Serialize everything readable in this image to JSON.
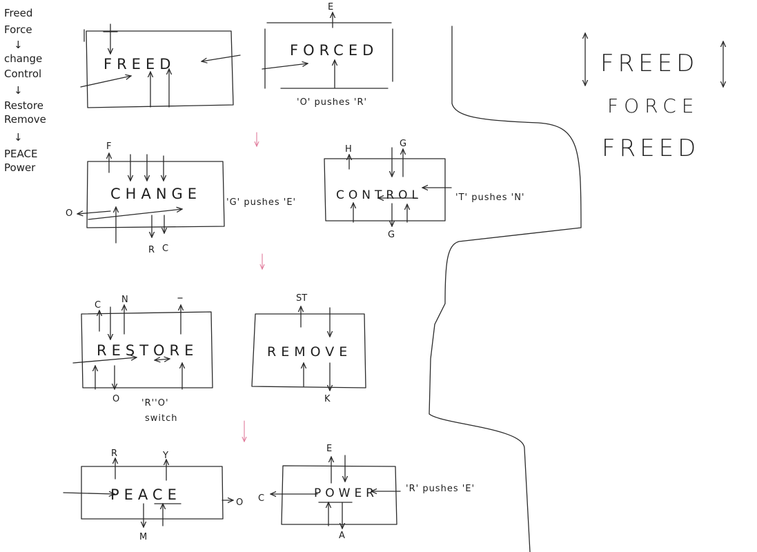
{
  "sequence": {
    "items": [
      "Freed",
      "Force",
      "↓",
      "change",
      "Control",
      "↓",
      "Restore",
      "Remove",
      "↓",
      "PEACE",
      "Power"
    ]
  },
  "boxes": {
    "freed": {
      "word": "FREED",
      "labels": []
    },
    "forced": {
      "word": "FORCED",
      "labels": [
        "E"
      ],
      "note": "'O' pushes 'R'"
    },
    "change": {
      "word": "CHANGE",
      "labels": [
        "F",
        "O",
        "R",
        "C"
      ],
      "note": "'G' pushes 'E'"
    },
    "control": {
      "word": "CONTROL",
      "labels": [
        "H",
        "G",
        "G"
      ],
      "note": "'T' pushes 'N'"
    },
    "restore": {
      "word": "RESTORE",
      "labels": [
        "C",
        "N",
        "O"
      ],
      "note": [
        "'R''O'",
        "switch"
      ]
    },
    "remove": {
      "word": "REMOVE",
      "labels": [
        "ST",
        "K"
      ]
    },
    "peace": {
      "word": "PEACE",
      "labels": [
        "R",
        "Y",
        "M",
        "O"
      ]
    },
    "power": {
      "word": "POWER",
      "labels": [
        "C",
        "E",
        "A"
      ],
      "note": "'R' pushes 'E'"
    }
  },
  "right_panel": {
    "lines": [
      "FREED",
      "FORCE",
      "FREED"
    ]
  },
  "colors": {
    "ink": "#2a2a2a",
    "accent_arrow": "#e07a9a",
    "paper": "#ffffff"
  }
}
